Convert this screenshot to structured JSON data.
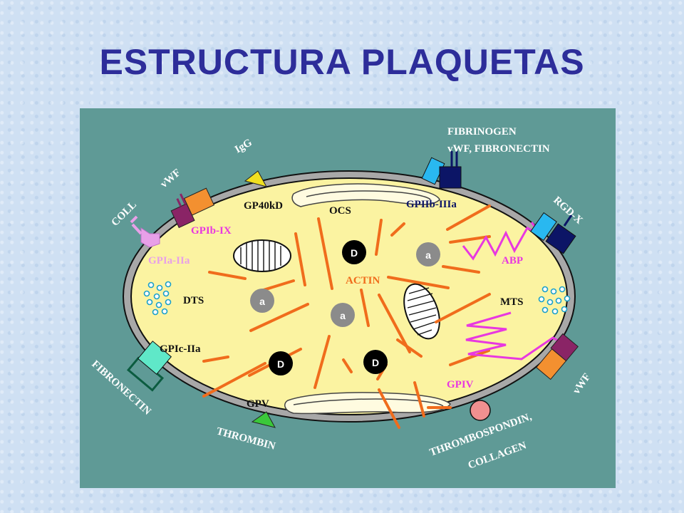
{
  "title": "ESTRUCTURA PLAQUETAS",
  "colors": {
    "title": "#2d2d9a",
    "panel": "#5f9a96",
    "cytoplasm": "#fbf3a1",
    "membrane": "#a8a8a8",
    "actin": "#f06c1c",
    "pink": "#e838e0",
    "navy": "#0c1566",
    "cyan": "#38c8f0"
  },
  "diagram": {
    "igg": "IgG",
    "fibrinogen": "FIBRINOGEN",
    "vwf_fibronectin": "vWF,   FIBRONECTIN",
    "vwf_top": "vWF",
    "coll": "COLL",
    "gp40kd": "GP40kD",
    "ocs": "OCS",
    "gpiib_iiia": "GPIIb-IIIa",
    "rgd_x": "RGD-X",
    "gpib_ix": "GPIb-IX",
    "gpia_iia": "GPIa-IIa",
    "abp": "ABP",
    "actin": "ACTIN",
    "dts": "DTS",
    "mts": "MTS",
    "gpic_iia": "GPIc-IIa",
    "fibronectin": "FIBRONECTIN",
    "gpv": "GPV",
    "thrombin": "THROMBIN",
    "gpiv": "GPIV",
    "vwf_right": "vWF",
    "thrombospondin": "THROMBOSPONDIN,",
    "collagen": "COLLAGEN",
    "dense_granule": "D",
    "alpha_granule": "a"
  }
}
